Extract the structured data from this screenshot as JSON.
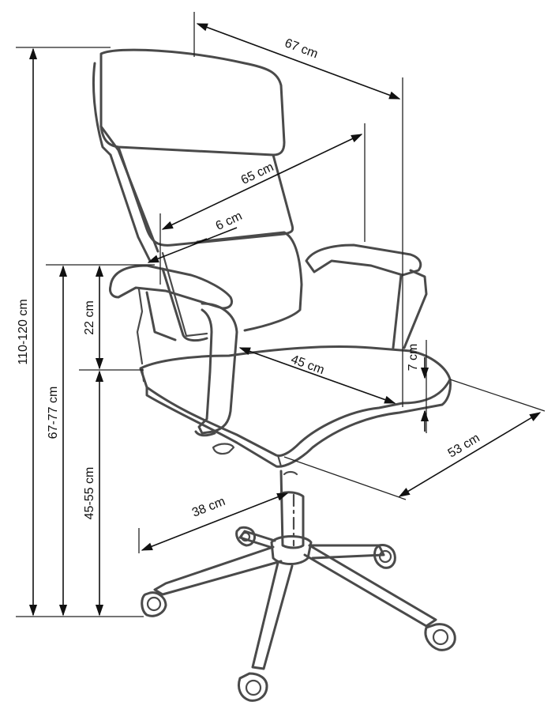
{
  "dimensions": {
    "total_height": "110-120 cm",
    "armrest_height": "67-77 cm",
    "seat_height": "45-55 cm",
    "armrest_above_seat": "22 cm",
    "overall_width": "67 cm",
    "backrest_width": "65 cm",
    "backrest_thickness": "6 cm",
    "seat_width": "45 cm",
    "seat_thickness": "7 cm",
    "seat_depth": "53 cm",
    "base_radius": "38 cm"
  },
  "colors": {
    "outline": "#4a4a4a",
    "dimension": "#111111"
  }
}
